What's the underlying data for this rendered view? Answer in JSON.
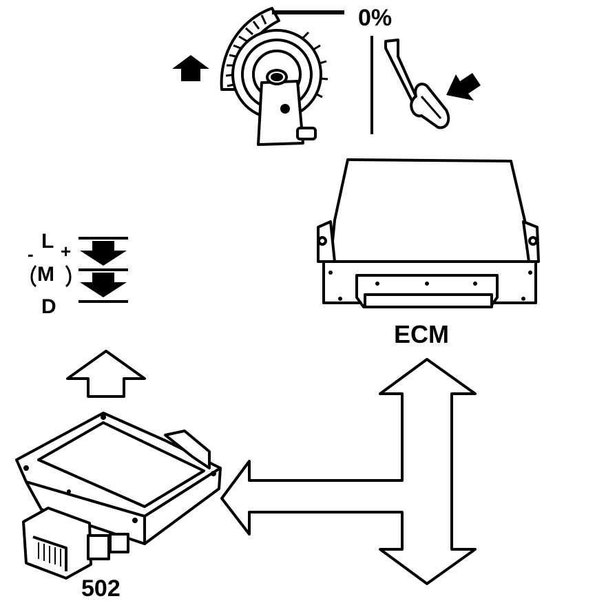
{
  "labels": {
    "throttle_percent": "0%",
    "ecm": "ECM",
    "module": "502",
    "gear_low": "L",
    "gear_manual": "M",
    "gear_drive": "D",
    "shift_minus": "-",
    "shift_plus": "+"
  },
  "icons": {
    "throttle": "throttle-body-icon",
    "pedal": "accelerator-pedal-icon",
    "ecm": "ecm-unit-icon",
    "module": "control-module-icon"
  },
  "colors": {
    "ink": "#000000",
    "paper": "#ffffff"
  }
}
